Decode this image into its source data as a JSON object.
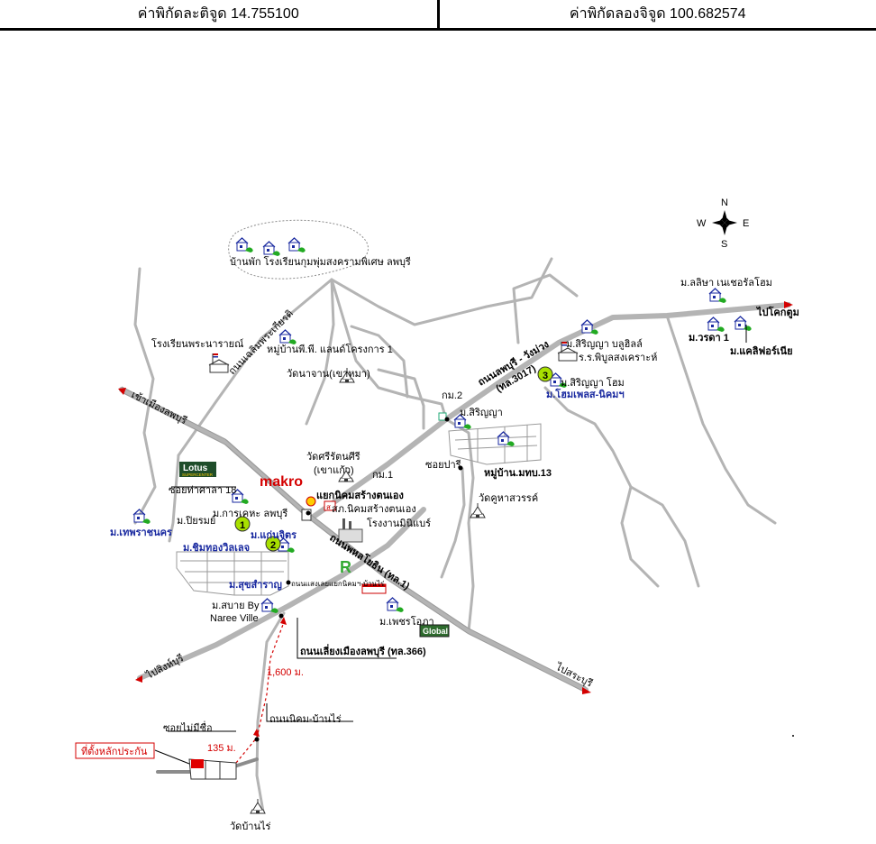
{
  "header": {
    "latitude": "ค่าพิกัดละติจูด 14.755100",
    "longitude": "ค่าพิกัดลองจิจูด 100.682574"
  },
  "compass": {
    "n": "N",
    "s": "S",
    "e": "E",
    "w": "W"
  },
  "labels": {
    "ban_phak": "บ้านพัก โรงเรียนกุมพุ่มสงครามพิเศษ ลพบุรี",
    "rongrian_narai": "โรงเรียนพระนารายณ์",
    "thanon_phaholyothin_bot": "ถนนเฉลิมพระเกียรติ",
    "pp_land": "หมู่บ้านพี.พี. แลนด์โครงการ 1",
    "wat_nachan": "วัดนาจาน(เขาหมา)",
    "to_muang": "เข้าเมืองลพบุรี",
    "lotus": "Lotus",
    "lotus_sub": "SUPERCENTER",
    "makro": "makro",
    "wat_srirattana": "วัดศรีรัตนศีรี",
    "wat_srirattana2": "(เขาแก้ว)",
    "km1": "กม.1",
    "soi_thasala": "ซอยท่าศาลา 18",
    "m_karkeha": "ม.การเคหะ ลพบุรี",
    "m_piyarom": "ม.ปิยรมย์",
    "m_thepsachon": "ม.เทพราชนคร",
    "m_kaenjit": "ม.แก่นจิตร",
    "m_chimthong": "ม.ชิมทองวิลเลจ",
    "m_suksaran": "ม.สุขสำราญ",
    "m_sabai": "ม.สบาย By",
    "naree_ville": "Naree Ville",
    "yaek_nikhom": "แยกนิคมสร้างตนเอง",
    "sak_nikhom": "สภ.นิคมสร้างตนเอง",
    "rongngan_minebea": "โรงงานมินิแบร์",
    "thanon_phahol": "ถนนพหลโยธิน (ทล.1)",
    "thanon_saeng": "ถนนแสงเลยแยกนิคมฯ-บ้านไร่",
    "m_phetchara": "ม.เพชรโอภา",
    "global": "Global",
    "bypass": "ถนนเลี่ยงเมืองลพบุรี (ทล.366)",
    "to_singburi": "ไปสิงห์บุรี",
    "dist1600": "1,600 ม.",
    "thanon_nikhom_banrai": "ถนนนิคม-บ้านไร่",
    "soi_mai_mi_chue": "ซอยไม่มีชื่อ",
    "collateral": "ที่ตั้งหลักประกัน",
    "dist135": "135 ม.",
    "wat_banrai": "วัดบ้านไร่",
    "to_saraburi": "ไปสระบุรี",
    "km2": "กม.2",
    "m_siriya": "ม.สิริญญา",
    "soi_pari": "ซอยปารี",
    "m_bor13": "หมู่บ้าน.มทบ.13",
    "wat_khuha": "วัดคูหาสวรรค์",
    "thanon_lopburi_wangmuang": "ถนนลพบุรี - วังม่วง",
    "tl3017": "(ทล.3017)",
    "m_sirinya_bu": "ม.สิริญญา บลูฮิลล์",
    "rr_phibul": "ร.ร.พิบูลสงเคราะห์",
    "m_sirinya_home": "ม.สิริญญา โฮม",
    "m_homeplace": "ม.โฮมเพลส-นิคมฯ",
    "m_lalisa": "ม.ลลิษา เนเชอรัลโฮม",
    "to_khokthum": "ไปโคกตูม",
    "m_worada": "ม.วรดา 1",
    "m_california": "ม.แคลิฟอร์เนีย",
    "num1": "1",
    "num2": "2",
    "num3": "3"
  },
  "colors": {
    "road": "#b4b4b4",
    "road_dark": "#9a9a9a",
    "accent_blue": "#1a2aa0",
    "accent_red": "#d40000",
    "marker_green": "#a8e000"
  }
}
